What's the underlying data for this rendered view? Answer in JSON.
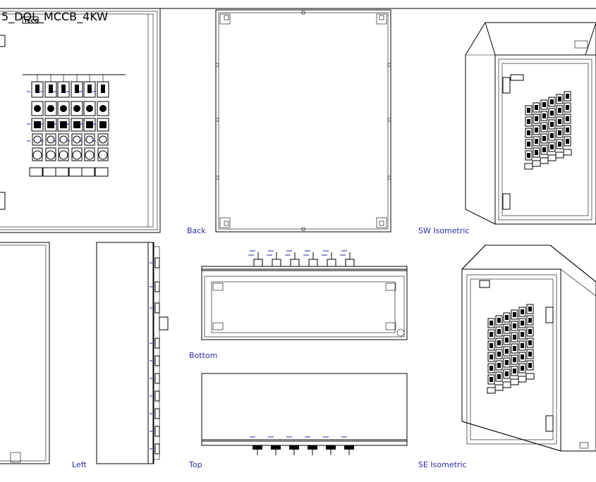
{
  "drawing": {
    "title": "5_DOL_MCCB_4KW",
    "logo_text": "TECO",
    "views": {
      "back": "Back",
      "sw_isometric": "SW Isometric",
      "left": "Left",
      "bottom": "Bottom",
      "top": "Top",
      "se_isometric": "SE Isometric"
    },
    "colors": {
      "line": "#000000",
      "label": "#2a2aa8",
      "background": "#ffffff"
    }
  }
}
